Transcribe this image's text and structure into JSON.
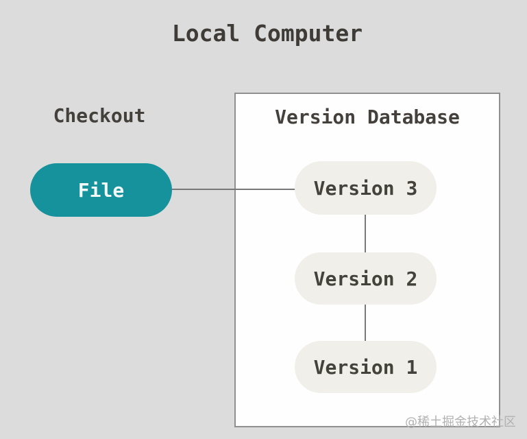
{
  "title": "Local Computer",
  "checkout": {
    "label": "Checkout"
  },
  "file_node": {
    "label": "File"
  },
  "version_database": {
    "label": "Version Database",
    "versions": [
      "Version 3",
      "Version 2",
      "Version 1"
    ]
  },
  "watermark": "@稀土掘金技术社区",
  "colors": {
    "background": "#dcdcdc",
    "teal_node": "#16929c",
    "version_node_bg": "#f0efe9",
    "text_dark": "#3f3b37",
    "box_border": "#8f8f8f",
    "connector_line": "#787878",
    "watermark_text": "#b1b1b1"
  }
}
